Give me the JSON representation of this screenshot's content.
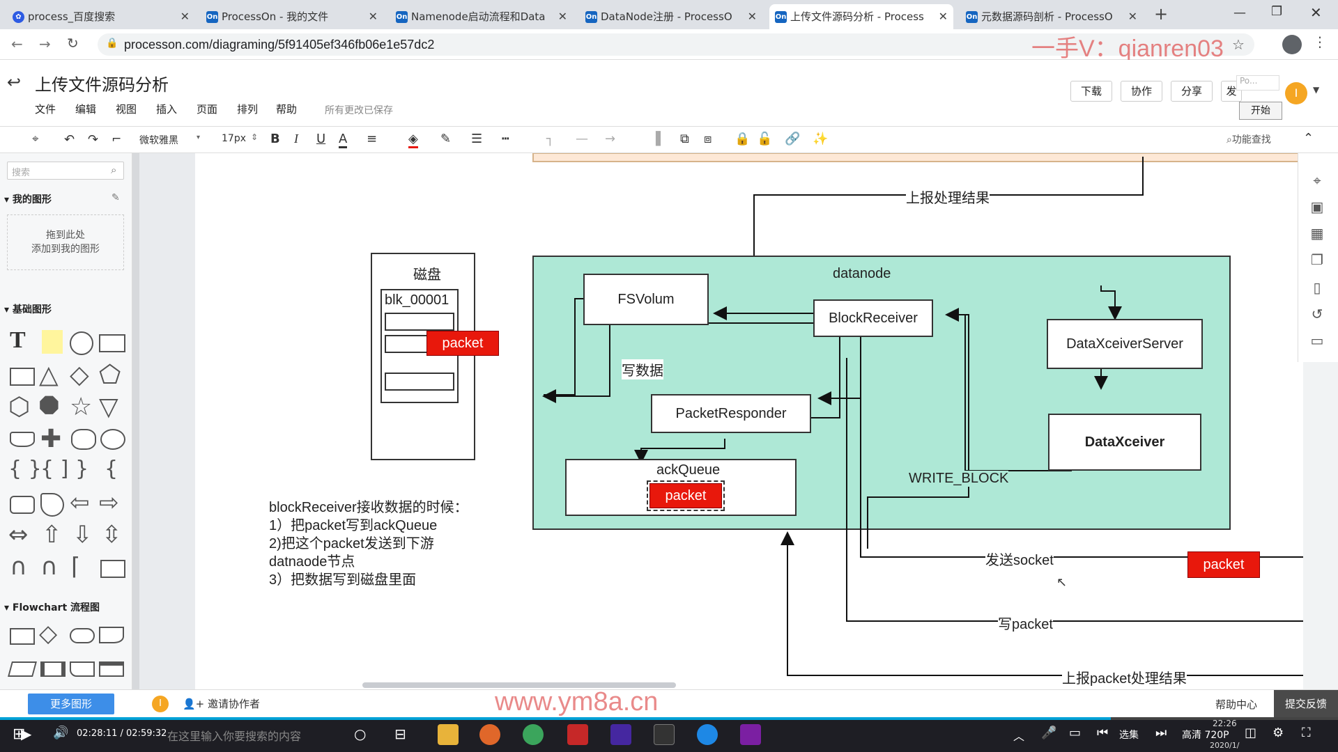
{
  "browser": {
    "tabs": [
      {
        "label": "process_百度搜索",
        "fav": "baidu-paw-icon",
        "active": false
      },
      {
        "label": "ProcessOn - 我的文件",
        "fav": "processon-icon",
        "active": false
      },
      {
        "label": "Namenode启动流程和Data",
        "fav": "processon-icon",
        "active": false
      },
      {
        "label": "DataNode注册 - ProcessO",
        "fav": "processon-icon",
        "active": false
      },
      {
        "label": "上传文件源码分析 - Process",
        "fav": "processon-icon",
        "active": true
      },
      {
        "label": "元数据源码剖析 - ProcessO",
        "fav": "processon-icon",
        "active": false
      }
    ],
    "fav_text": "On",
    "new_tab": "+",
    "url": "processon.com/diagraming/5f91405ef346fb06e1e57dc2",
    "watermark_top": "一手V：qianren03"
  },
  "app": {
    "title": "上传文件源码分析",
    "menu": [
      "文件",
      "编辑",
      "视图",
      "插入",
      "页面",
      "排列",
      "帮助"
    ],
    "save_status": "所有更改已保存",
    "buttons": {
      "download": "下载",
      "collab": "协作",
      "share": "分享",
      "publish": "发",
      "start": "开始",
      "popup_text": "Po..."
    },
    "avatar_letter": "I",
    "toolbar": {
      "font": "微软雅黑",
      "size": "17px",
      "search": "功能查找"
    }
  },
  "left_panel": {
    "search_placeholder": "搜索",
    "my_shapes": "我的图形",
    "drop_hint_1": "拖到此处",
    "drop_hint_2": "添加到我的图形",
    "basic_shapes": "基础图形",
    "flowchart": "Flowchart 流程图",
    "more_shapes": "更多图形",
    "invite": "邀请协作者"
  },
  "diagram": {
    "top_label": "上报处理结果",
    "disk_label": "磁盘",
    "block_label": "blk_00001",
    "packet": "packet",
    "datanode": "datanode",
    "fsvolum": "FSVolum",
    "blockreceiver": "BlockReceiver",
    "dataxceiverserver": "DataXceiverServer",
    "dataxceiver": "DataXceiver",
    "packetresponder": "PacketResponder",
    "ackqueue": "ackQueue",
    "write_data": "写数据",
    "write_block": "WRITE_BLOCK",
    "send_socket": "发送socket",
    "write_packet": "写packet",
    "report_packet": "上报packet处理结果",
    "note": [
      "blockReceiver接收数据的时候：",
      "1）把packet写到ackQueue",
      "2)把这个packet发送到下游",
      "datnaode节点",
      "3）把数据写到磁盘里面"
    ]
  },
  "bottom": {
    "help": "帮助中心",
    "feedback": "提交反馈",
    "watermark": "www.ym8a.cn"
  },
  "taskbar": {
    "search_text": "在这里输入你要搜索的内容",
    "time_progress": "02:28:11 / 02:59:32",
    "select": "选集",
    "quality": "高清 720P",
    "clock": "22:26",
    "date": "2020/1/"
  },
  "colors": {
    "datanode_fill": "#aee8d6",
    "packet_red": "#e8180c",
    "accent_orange": "#f5a623"
  }
}
